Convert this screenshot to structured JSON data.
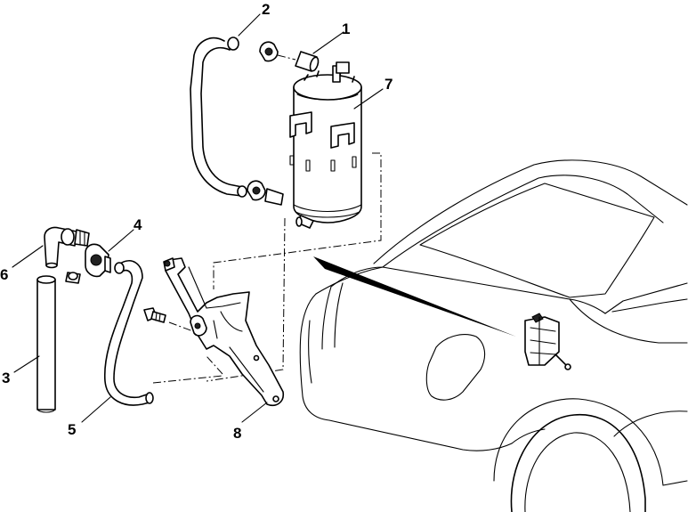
{
  "diagram": {
    "colors": {
      "line": "#000000",
      "background": "#ffffff",
      "shade": "#d9d9d9"
    },
    "callouts": [
      {
        "id": "c1",
        "label": "1"
      },
      {
        "id": "c2",
        "label": "2"
      },
      {
        "id": "c3",
        "label": "3"
      },
      {
        "id": "c4",
        "label": "4"
      },
      {
        "id": "c5",
        "label": "5"
      },
      {
        "id": "c6",
        "label": "6"
      },
      {
        "id": "c7",
        "label": "7"
      },
      {
        "id": "c8",
        "label": "8"
      }
    ]
  }
}
